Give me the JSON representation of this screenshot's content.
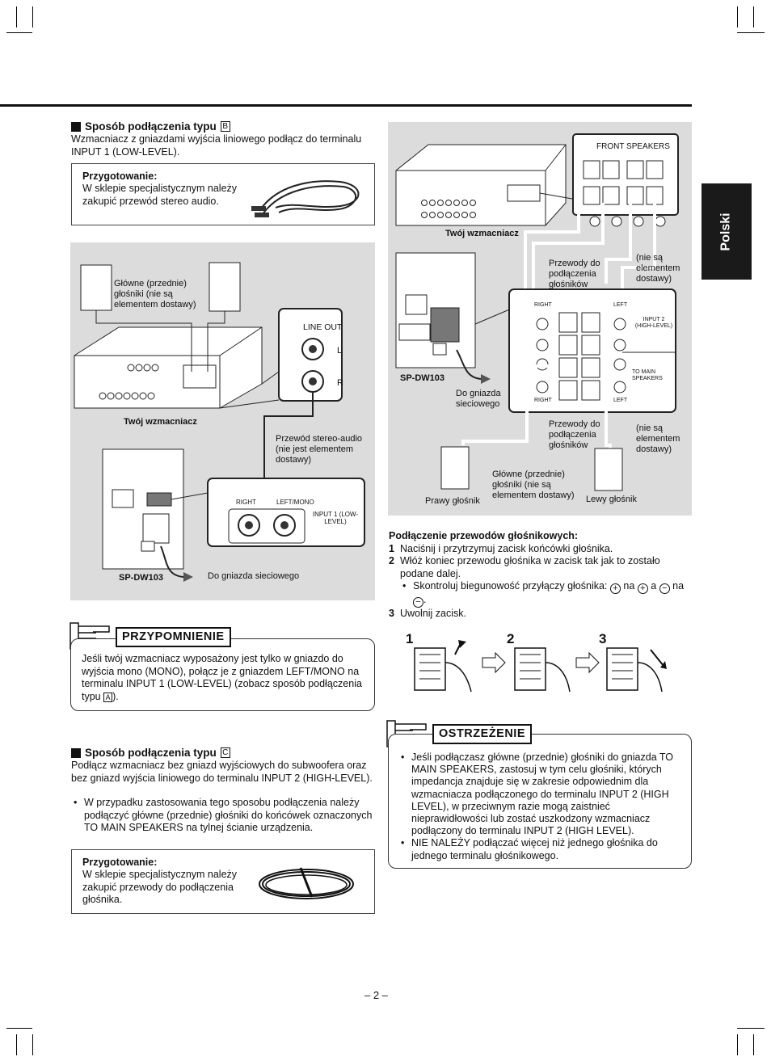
{
  "side_tab": "Polski",
  "section_b": {
    "heading": "Sposób podłączenia typu",
    "letter": "B",
    "text": "Wzmacniacz z gniazdami wyjścia liniowego podłącz do terminalu INPUT 1 (LOW-LEVEL).",
    "prep_title": "Przygotowanie:",
    "prep_text": "W sklepie specjalistycznym należy zakupić przewód stereo audio."
  },
  "diagram_b": {
    "main_speakers": "Główne (przednie) głośniki (nie są elementem dostawy)",
    "line_out": "LINE OUT",
    "l": "L",
    "r": "R",
    "amp": "Twój wzmacniacz",
    "stereo_cable": "Przewód stereo-audio (nie jest elementem dostawy)",
    "right": "RIGHT",
    "left_mono": "LEFT/MONO",
    "input1": "INPUT 1 (LOW-LEVEL)",
    "model": "SP-DW103",
    "outlet": "Do gniazda sieciowego"
  },
  "notice": {
    "badge": "PRZYPOMNIENIE",
    "text": "Jeśli twój wzmacniacz wyposażony jest tylko w gniazdo do wyjścia mono (MONO), połącz je z gniazdem LEFT/MONO na terminalu INPUT 1 (LOW-LEVEL) (zobacz sposób podłączenia typu",
    "letter": "A",
    "text_end": ")."
  },
  "section_c": {
    "heading": "Sposób podłączenia typu",
    "letter": "C",
    "text": "Podłącz wzmacniacz bez gniazd wyjściowych do subwoofera oraz bez gniazd wyjścia liniowego do terminalu INPUT 2 (HIGH-LEVEL).",
    "bullet": "W przypadku zastosowania tego sposobu podłączenia należy podłączyć główne (przednie) głośniki do końcówek oznaczonych TO MAIN SPEAKERS na tylnej ścianie urządzenia.",
    "prep_title": "Przygotowanie:",
    "prep_text": "W sklepie specjalistycznym należy zakupić przewody do podłączenia głośnika."
  },
  "diagram_c": {
    "front_speakers": "FRONT SPEAKERS",
    "amp": "Twój wzmacniacz",
    "wires_top": "Przewody do podłączenia głośników",
    "not_included_top": "(nie są elementem dostawy)",
    "right": "RIGHT",
    "left": "LEFT",
    "input2": "INPUT 2 (HIGH-LEVEL)",
    "to_main": "TO MAIN SPEAKERS",
    "model": "SP-DW103",
    "outlet": "Do gniazda sieciowego",
    "wires_bottom": "Przewody do podłączenia głośników",
    "not_included_bottom": "(nie są elementem dostawy)",
    "main_speakers": "Główne (przednie) głośniki (nie są elementem dostawy)",
    "right_speaker": "Prawy głośnik",
    "left_speaker": "Lewy głośnik"
  },
  "wiring": {
    "title": "Podłączenie przewodów głośnikowych:",
    "step1": "Naciśnij i przytrzymuj zacisk końcówki głośnika.",
    "step2": "Włóż koniec przewodu głośnika w zacisk tak jak to zostało podane dalej.",
    "check": "Skontroluj biegunowość przyłączy głośnika:",
    "na": "na",
    "a": "a",
    "step3": "Uwolnij zacisk.",
    "n1": "1",
    "n2": "2",
    "n3": "3"
  },
  "caution": {
    "badge": "OSTRZEŻENIE",
    "b1": "Jeśli podłączasz główne (przednie) głośniki do gniazda TO MAIN SPEAKERS, zastosuj w tym celu głośniki, których impedancja znajduje się w zakresie odpowiednim dla wzmacniacza podłączonego do terminalu INPUT 2 (HIGH LEVEL), w przeciwnym razie mogą zaistnieć nieprawidłowości lub zostać uszkodzony wzmacniacz podłączony do terminalu INPUT 2 (HIGH LEVEL).",
    "b2": "NIE NALEŻY podłączać więcej niż jednego głośnika do jednego terminalu głośnikowego."
  },
  "page_number": "– 2 –"
}
